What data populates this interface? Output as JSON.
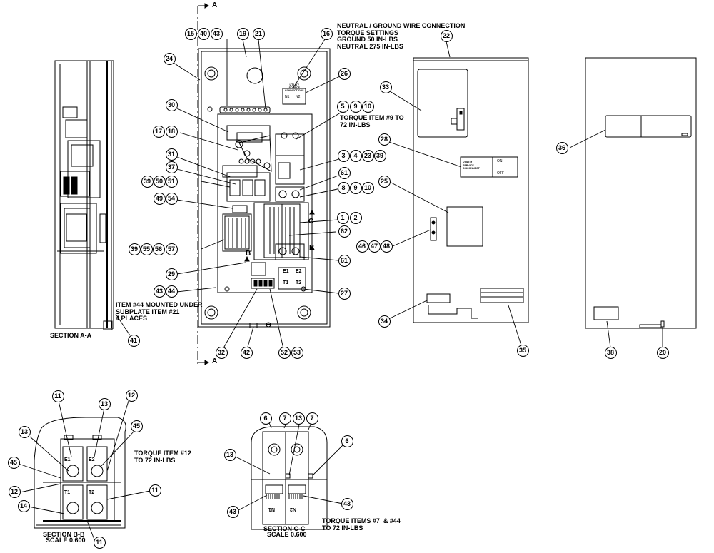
{
  "section_marks": {
    "a_top": "A",
    "a_bottom": "A",
    "b1": "B",
    "b2": "B",
    "c": "C"
  },
  "notes": {
    "neutral_ground": "NEUTRAL / GROUND WIRE CONNECTION\nTORQUE SETTINGS\nGROUND 50 IN-LBS\nNEUTRAL 275 IN-LBS",
    "torque_9": "TORQUE ITEM #9 TO\n72 IN-LBS",
    "item44": "ITEM #44 MOUNTED UNDER\nSUBPLATE ITEM #21\n4 PLACES",
    "torque_12": "TORQUE ITEM #12\nTO 72 IN-LBS",
    "torque_7_44": "TORQUE ITEMS #7  & #44\nTO 72 IN-LBS"
  },
  "section_titles": {
    "aa": "SECTION A-A",
    "bb_1": "SECTION B-B",
    "bb_2": "SCALE 0.600",
    "cc_1": "SECTION C-C",
    "cc_2": "SCALE 0.600"
  },
  "labels": {
    "utility_source": "UTILITY\nSOURCE\nCONNECTIONS",
    "n1": "N1",
    "n2": "N2",
    "on": "ON",
    "off": "OFF",
    "disconnect": "UTILITY\nSERVICE\nDISCONNECT",
    "e1": "E1",
    "e2": "E2",
    "t1": "T1",
    "t2": "T2"
  },
  "balloons": [
    {
      "id": "b15",
      "text": "15"
    },
    {
      "id": "b40",
      "text": "40"
    },
    {
      "id": "b43a",
      "text": "43"
    },
    {
      "id": "b19",
      "text": "19"
    },
    {
      "id": "b21",
      "text": "21"
    },
    {
      "id": "b16",
      "text": "16"
    },
    {
      "id": "b22",
      "text": "22"
    },
    {
      "id": "b24",
      "text": "24"
    },
    {
      "id": "b26",
      "text": "26"
    },
    {
      "id": "b33",
      "text": "33"
    },
    {
      "id": "b30",
      "text": "30"
    },
    {
      "id": "b5",
      "text": "5"
    },
    {
      "id": "b9a",
      "text": "9"
    },
    {
      "id": "b10a",
      "text": "10"
    },
    {
      "id": "b17",
      "text": "17"
    },
    {
      "id": "b18",
      "text": "18"
    },
    {
      "id": "b28",
      "text": "28"
    },
    {
      "id": "b36",
      "text": "36"
    },
    {
      "id": "b3",
      "text": "3"
    },
    {
      "id": "b4",
      "text": "4"
    },
    {
      "id": "b23",
      "text": "23"
    },
    {
      "id": "b39a",
      "text": "39"
    },
    {
      "id": "b31",
      "text": "31"
    },
    {
      "id": "b37",
      "text": "37"
    },
    {
      "id": "b61a",
      "text": "61"
    },
    {
      "id": "b39b",
      "text": "39"
    },
    {
      "id": "b50",
      "text": "50"
    },
    {
      "id": "b51",
      "text": "51"
    },
    {
      "id": "b8",
      "text": "8"
    },
    {
      "id": "b9b",
      "text": "9"
    },
    {
      "id": "b10b",
      "text": "10"
    },
    {
      "id": "b25",
      "text": "25"
    },
    {
      "id": "b49",
      "text": "49"
    },
    {
      "id": "b54",
      "text": "54"
    },
    {
      "id": "b1",
      "text": "1"
    },
    {
      "id": "b2",
      "text": "2"
    },
    {
      "id": "b62",
      "text": "62"
    },
    {
      "id": "b39c",
      "text": "39"
    },
    {
      "id": "b55",
      "text": "55"
    },
    {
      "id": "b56",
      "text": "56"
    },
    {
      "id": "b57",
      "text": "57"
    },
    {
      "id": "b46",
      "text": "46"
    },
    {
      "id": "b47",
      "text": "47"
    },
    {
      "id": "b48",
      "text": "48"
    },
    {
      "id": "b61b",
      "text": "61"
    },
    {
      "id": "b29",
      "text": "29"
    },
    {
      "id": "b43b",
      "text": "43"
    },
    {
      "id": "b44",
      "text": "44"
    },
    {
      "id": "b27",
      "text": "27"
    },
    {
      "id": "b34",
      "text": "34"
    },
    {
      "id": "b35",
      "text": "35"
    },
    {
      "id": "b41",
      "text": "41"
    },
    {
      "id": "b32",
      "text": "32"
    },
    {
      "id": "b42",
      "text": "42"
    },
    {
      "id": "b52",
      "text": "52"
    },
    {
      "id": "b53",
      "text": "53"
    },
    {
      "id": "b38",
      "text": "38"
    },
    {
      "id": "b20",
      "text": "20"
    },
    {
      "id": "bb11a",
      "text": "11"
    },
    {
      "id": "bb13a",
      "text": "13"
    },
    {
      "id": "bb12a",
      "text": "12"
    },
    {
      "id": "bb13b",
      "text": "13"
    },
    {
      "id": "bb45a",
      "text": "45"
    },
    {
      "id": "bb45b",
      "text": "45"
    },
    {
      "id": "bb12b",
      "text": "12"
    },
    {
      "id": "bb11b",
      "text": "11"
    },
    {
      "id": "bb14",
      "text": "14"
    },
    {
      "id": "bb11c",
      "text": "11"
    },
    {
      "id": "cc6a",
      "text": "6"
    },
    {
      "id": "cc7a",
      "text": "7"
    },
    {
      "id": "cc13a",
      "text": "13"
    },
    {
      "id": "cc7b",
      "text": "7"
    },
    {
      "id": "cc6b",
      "text": "6"
    },
    {
      "id": "cc13b",
      "text": "13"
    },
    {
      "id": "cc43a",
      "text": "43"
    },
    {
      "id": "cc43b",
      "text": "43"
    }
  ]
}
